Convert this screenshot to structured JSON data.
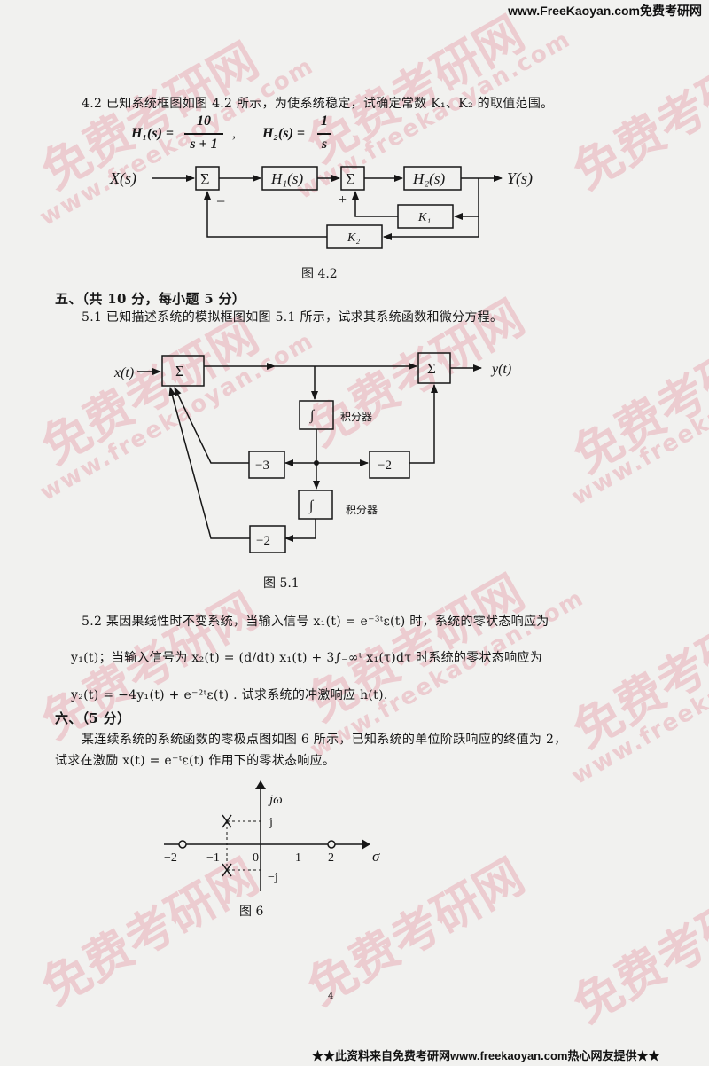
{
  "header": {
    "site": "www.FreeKaoyan.com免费考研网"
  },
  "footer": {
    "text": "★★此资料来自免费考研网www.freekaoyan.com热心网友提供★★"
  },
  "watermark": {
    "cn": "免费考研网",
    "url": "www.freekaoyan.com",
    "color": "#e07887"
  },
  "section4_2": {
    "intro": "4.2 已知系统框图如图 4.2 所示，为使系统稳定，试确定常数 K₁、K₂ 的取值范围。",
    "h1": "H₁(s) =",
    "h1_num": "10",
    "h1_den": "s + 1",
    "comma": ",",
    "h2": "H₂(s) =",
    "h2_num": "1",
    "h2_den": "s",
    "diagram": {
      "input": "X(s)",
      "output": "Y(s)",
      "sum1": "Σ",
      "sum2": "Σ",
      "block_h1": "H₁(s)",
      "block_h2": "H₂(s)",
      "block_k1": "K₁",
      "block_k2": "K₂",
      "sign_minus": "−",
      "sign_plus": "+"
    },
    "caption": "图 4.2"
  },
  "section5": {
    "heading": "五、（共 10 分，每小题 5 分）",
    "q5_1": "5.1 已知描述系统的模拟框图如图 5.1 所示，试求其系统函数和微分方程。",
    "diagram": {
      "input": "x(t)",
      "output": "y(t)",
      "sum1": "Σ",
      "sum2": "Σ",
      "integrator": "∫",
      "integrator_label": "积分器",
      "gain_a": "−3",
      "gain_b": "−2",
      "gain_c": "−2"
    },
    "caption": "图 5.1",
    "q5_2_line1": "5.2  某因果线性时不变系统，当输入信号  x₁(t) = e⁻³ᵗε(t) 时，系统的零状态响应为",
    "q5_2_line2": "y₁(t)；当输入信号为  x₂(t) = (d/dt) x₁(t) + 3∫₋∞ᵗ x₁(τ)dτ 时系统的零状态响应为",
    "q5_2_line3": "y₂(t) = −4y₁(t) + e⁻²ᵗε(t) . 试求系统的冲激响应 h(t)."
  },
  "section6": {
    "heading": "六、（5 分）",
    "line1": "某连续系统的系统函数的零极点图如图 6 所示，已知系统的单位阶跃响应的终值为 2，",
    "line2": "试求在激励 x(t) = e⁻ᵗε(t) 作用下的零状态响应。",
    "plot": {
      "y_axis": "jω",
      "x_axis": "σ",
      "tick_j": "j",
      "tick_mj": "−j",
      "ticks": [
        "−2",
        "−1",
        "0",
        "1",
        "2"
      ]
    },
    "caption": "图 6"
  },
  "page_number": "4"
}
